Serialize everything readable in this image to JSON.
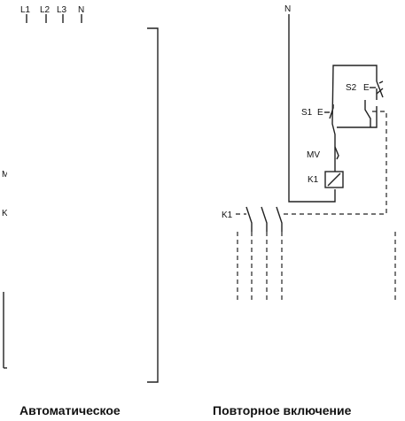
{
  "left_panel": {
    "phase_labels": [
      "L1",
      "L2",
      "L3",
      "N"
    ],
    "edge_label_m": "M",
    "edge_label_k": "K",
    "caption": "Автоматическое"
  },
  "right_panel": {
    "n_label": "N",
    "s2_label": "S2",
    "s1_label": "S1",
    "e_mark": "E",
    "mv_label": "MV",
    "coil_label": "K1",
    "contactor_label": "K1",
    "caption": "Повторное включение"
  }
}
